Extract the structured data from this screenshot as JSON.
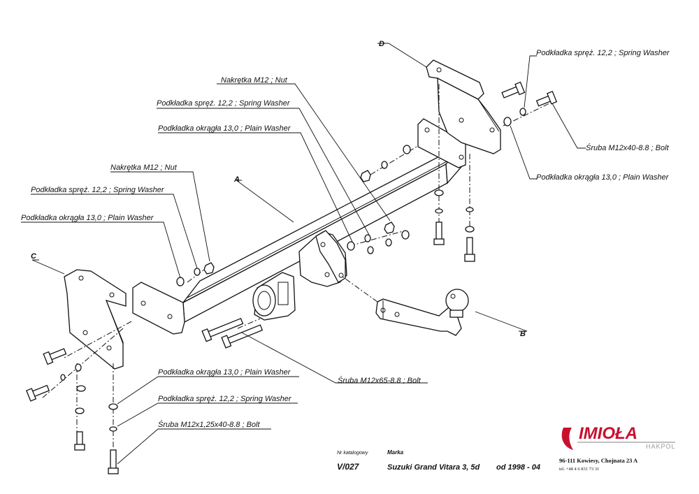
{
  "labels": {
    "D": "D",
    "A": "A",
    "B": "B",
    "C": "C",
    "right_spring_washer": "Podkładka spręż. 12,2 ; Spring Washer",
    "right_bolt": "Śruba M12x40-8.8 ;  Bolt",
    "right_plain_washer": "Podkładka okrągła 13,0 ;  Plain Washer",
    "mid_nut": "Nakrętka  M12 ; Nut",
    "mid_spring_washer": "Podkładka spręż. 12,2 ; Spring Washer",
    "mid_plain_washer": "Podkładka okrągła 13,0 ;  Plain Washer",
    "left_nut": "Nakrętka  M12 ; Nut",
    "left_spring_washer": "Podkładka spręż. 12,2 ; Spring Washer",
    "left_plain_washer": "Podkładka okrągła 13,0 ;  Plain Washer",
    "center_bolt": "Śruba M12x65-8.8 ;  Bolt",
    "bottom_plain_washer": "Podkładka okrągła 13,0 ;  Plain Washer",
    "bottom_spring_washer": "Podkładka spręż. 12,2 ; Spring Washer",
    "bottom_bolt": "Śruba M12x1,25x40-8.8 ;  Bolt"
  },
  "footer": {
    "catalog_caption": "Nr katalogowy",
    "catalog_number": "V/027",
    "brand_caption": "Marka",
    "model": "Suzuki Grand Vitara 3, 5d",
    "years": "od 1998 - 04"
  },
  "company": {
    "logo": "IMIOŁA",
    "logo_sub": "HAKPOL",
    "address": "96-111 Kowiesy, Chojnata 23 A",
    "phone": "tel. +48 4 6 831 73 31",
    "accent_color": "#c8102e",
    "logo_gray": "#9a9a9a"
  }
}
